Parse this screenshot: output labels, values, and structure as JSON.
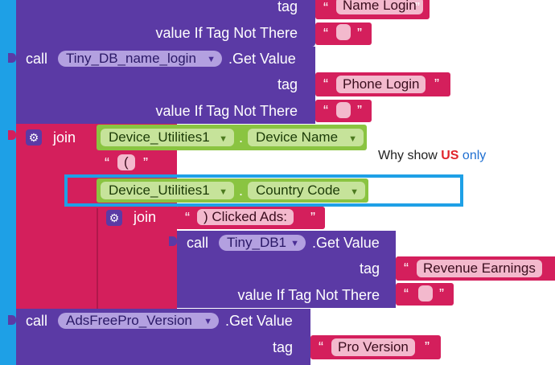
{
  "blocks": {
    "b0": {
      "tag_label": "tag",
      "tag_value": "Name Login",
      "value_label": "value If Tag Not There"
    },
    "b1": {
      "call": "call",
      "component": "Tiny_DB_name_login",
      "method": ".Get Value",
      "tag_label": "tag",
      "tag_value": "Phone Login",
      "value_label": "value If Tag Not There"
    },
    "join1": {
      "label": "join",
      "component": "Device_Utilities1",
      "dot": ".",
      "property": "Device Name",
      "text": "("
    },
    "highlighted": {
      "component": "Device_Utilities1",
      "dot": ".",
      "property": "Country Code"
    },
    "join2": {
      "label": "join",
      "text": ") Clicked Ads:"
    },
    "b2": {
      "call": "call",
      "component": "Tiny_DB1",
      "method": ".Get Value",
      "tag_label": "tag",
      "tag_value": "Revenue Earnings",
      "value_label": "value If Tag Not There"
    },
    "b3": {
      "call": "call",
      "component": "AdsFreePro_Version",
      "method": ".Get Value",
      "tag_label": "tag",
      "tag_value": "Pro Version"
    }
  },
  "annotation": {
    "prefix": "Why show ",
    "highlight": "US",
    "suffix": " only"
  },
  "icons": {
    "dropdown": "dropdown-arrow-icon",
    "gear": "gear-icon",
    "open_quote": "open-quote-icon",
    "close_quote": "close-quote-icon"
  },
  "colors": {
    "procedure": "#5b3aa5",
    "text": "#d41f5c",
    "component": "#8ac441",
    "highlight_box": "#1ea0e6",
    "highlight_text": "#e0242a",
    "note_blue": "#1f6fd1"
  }
}
